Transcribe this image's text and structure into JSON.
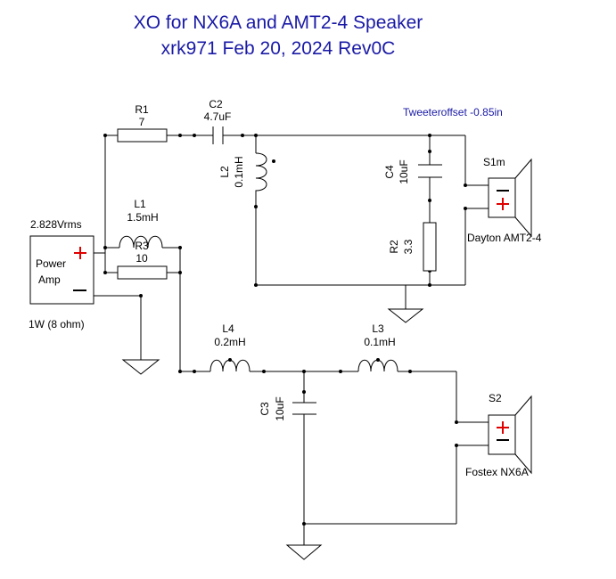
{
  "title": {
    "line1": "XO for NX6A and AMT2-4 Speaker",
    "line2": "xrk971  Feb 20, 2024  Rev0C"
  },
  "note": "Tweeteroffset  -0.85in",
  "components": {
    "R1": {
      "ref": "R1",
      "value": "7"
    },
    "C2": {
      "ref": "C2",
      "value": "4.7uF"
    },
    "L2": {
      "ref": "L2",
      "value": "0.1mH"
    },
    "C4": {
      "ref": "C4",
      "value": "10uF"
    },
    "R2": {
      "ref": "R2",
      "value": "3.3"
    },
    "L1": {
      "ref": "L1",
      "value": "1.5mH"
    },
    "R3": {
      "ref": "R3",
      "value": "10"
    },
    "L4": {
      "ref": "L4",
      "value": "0.2mH"
    },
    "L3": {
      "ref": "L3",
      "value": "0.1mH"
    },
    "C3": {
      "ref": "C3",
      "value": "10uF"
    }
  },
  "amp": {
    "voltage": "2.828Vrms",
    "line1": "Power",
    "line2": "Amp",
    "rating": "1W (8 ohm)"
  },
  "speakers": {
    "tweeter": {
      "ref": "S1m",
      "name": "Dayton AMT2-4"
    },
    "woofer": {
      "ref": "S2",
      "name": "Fostex NX6A"
    }
  },
  "colors": {
    "title": "#1a1aa6",
    "polarity_plus": "#e00000",
    "wire": "#000000"
  }
}
